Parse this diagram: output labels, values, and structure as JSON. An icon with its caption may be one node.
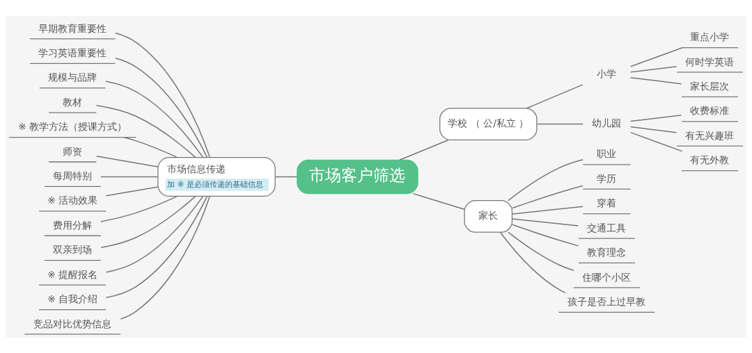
{
  "diagram": {
    "nodes": [
      {
        "text": [
          "市场客户筛选"
        ]
      },
      {
        "text": [
          "学校 （ 公/私立 ）"
        ]
      },
      {
        "text": [
          "小学"
        ]
      },
      {
        "text": [
          "重点小学"
        ]
      },
      {
        "text": [
          "何时学英语"
        ]
      },
      {
        "text": [
          "家长层次"
        ]
      },
      {
        "text": [
          "幼儿园"
        ]
      },
      {
        "text": [
          "收费标准"
        ]
      },
      {
        "text": [
          "有无兴趣班"
        ]
      },
      {
        "text": [
          "有无外教"
        ]
      },
      {
        "text": [
          "家长"
        ]
      },
      {
        "text": [
          "职业"
        ]
      },
      {
        "text": [
          "学历"
        ]
      },
      {
        "text": [
          "穿着"
        ]
      },
      {
        "text": [
          "交通工具"
        ]
      },
      {
        "text": [
          "教育理念"
        ]
      },
      {
        "text": [
          "住哪个小区"
        ]
      },
      {
        "text": [
          "孩子是否上过早教"
        ]
      },
      {
        "text": [
          "市场信息传递",
          "加 ※ 是必须传递的基础信息"
        ]
      },
      {
        "text": [
          "早期教育重要性"
        ]
      },
      {
        "text": [
          "学习英语重要性"
        ]
      },
      {
        "text": [
          "规模与品牌"
        ]
      },
      {
        "text": [
          "教材"
        ]
      },
      {
        "text": [
          "※ 教学方法（授课方式）"
        ]
      },
      {
        "text": [
          "师资"
        ]
      },
      {
        "text": [
          "每周特别"
        ]
      },
      {
        "text": [
          "※ 活动效果"
        ]
      },
      {
        "text": [
          "费用分解"
        ]
      },
      {
        "text": [
          "双亲到场"
        ]
      },
      {
        "text": [
          "※ 提醒报名"
        ]
      },
      {
        "text": [
          "※ 自我介绍"
        ]
      },
      {
        "text": [
          "竞品对比优势信息"
        ]
      }
    ],
    "edges": [
      {
        "from": 0,
        "to": 1,
        "arrow": "none"
      },
      {
        "from": 1,
        "to": 2,
        "arrow": "none"
      },
      {
        "from": 2,
        "to": 3,
        "arrow": "none"
      },
      {
        "from": 2,
        "to": 4,
        "arrow": "none"
      },
      {
        "from": 2,
        "to": 5,
        "arrow": "none"
      },
      {
        "from": 1,
        "to": 6,
        "arrow": "none"
      },
      {
        "from": 6,
        "to": 7,
        "arrow": "none"
      },
      {
        "from": 6,
        "to": 8,
        "arrow": "none"
      },
      {
        "from": 6,
        "to": 9,
        "arrow": "none"
      },
      {
        "from": 0,
        "to": 10,
        "arrow": "none"
      },
      {
        "from": 10,
        "to": 11,
        "arrow": "none"
      },
      {
        "from": 10,
        "to": 12,
        "arrow": "none"
      },
      {
        "from": 10,
        "to": 13,
        "arrow": "none"
      },
      {
        "from": 10,
        "to": 14,
        "arrow": "none"
      },
      {
        "from": 10,
        "to": 15,
        "arrow": "none"
      },
      {
        "from": 10,
        "to": 16,
        "arrow": "none"
      },
      {
        "from": 10,
        "to": 17,
        "arrow": "none"
      },
      {
        "from": 18,
        "to": 0,
        "arrow": "none"
      },
      {
        "from": 19,
        "to": 18,
        "arrow": "none"
      },
      {
        "from": 20,
        "to": 18,
        "arrow": "none"
      },
      {
        "from": 21,
        "to": 18,
        "arrow": "none"
      },
      {
        "from": 22,
        "to": 18,
        "arrow": "none"
      },
      {
        "from": 23,
        "to": 18,
        "arrow": "none"
      },
      {
        "from": 24,
        "to": 18,
        "arrow": "none"
      },
      {
        "from": 25,
        "to": 18,
        "arrow": "none"
      },
      {
        "from": 26,
        "to": 18,
        "arrow": "none"
      },
      {
        "from": 27,
        "to": 18,
        "arrow": "none"
      },
      {
        "from": 28,
        "to": 18,
        "arrow": "none"
      },
      {
        "from": 29,
        "to": 18,
        "arrow": "none"
      },
      {
        "from": 30,
        "to": 18,
        "arrow": "none"
      },
      {
        "from": 31,
        "to": 18,
        "arrow": "none"
      }
    ]
  }
}
